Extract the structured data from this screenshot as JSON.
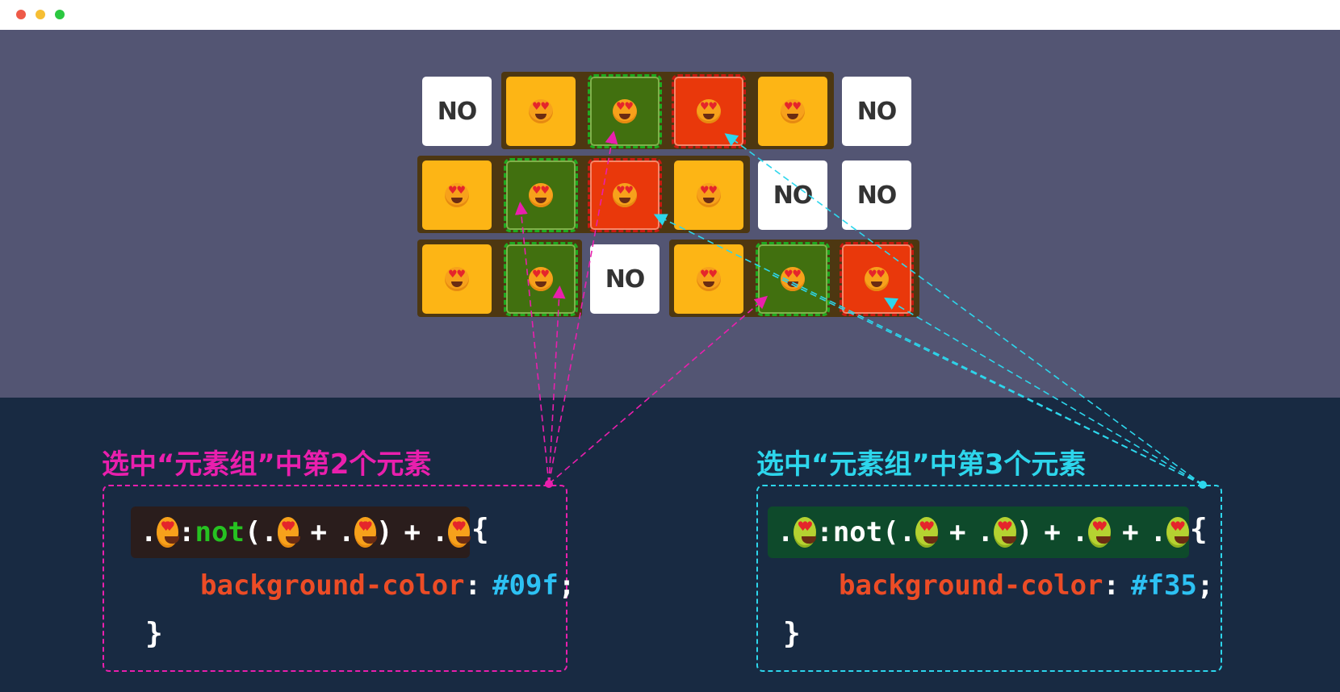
{
  "window": {
    "controls": [
      "close",
      "minimize",
      "maximize"
    ]
  },
  "grid": {
    "rows": [
      [
        "no",
        "yellow",
        "green-selected",
        "red-selected",
        "yellow",
        "no"
      ],
      [
        "yellow",
        "green-selected",
        "red-selected",
        "yellow",
        "no",
        "no"
      ],
      [
        "yellow",
        "green-selected",
        "no",
        "yellow",
        "green-selected",
        "red-selected"
      ]
    ],
    "no_label": "NO",
    "colors": {
      "yellow": "#fdb515",
      "green": "#41700f",
      "red": "#e9380b",
      "white": "#ffffff",
      "row_frame": "#4d3711",
      "stage_bg": "#535573",
      "code_bg": "#182a42"
    }
  },
  "left_panel": {
    "title": "选中“元素组”中第2个元素",
    "accent": "#e91fad",
    "selector": {
      "dot1": ".",
      "not_kw": "not",
      "colon": ":",
      "open_paren": "(",
      "dot2": ".",
      "plus1": "+",
      "dot3": ".",
      "close_paren": ")",
      "plus2": "+",
      "dot4": "."
    },
    "open_brace": "{",
    "property": "background-color",
    "colon": ":",
    "value": "#09f",
    "semicolon": ";",
    "close_brace": "}"
  },
  "right_panel": {
    "title": "选中“元素组”中第3个元素",
    "accent": "#2dd6ec",
    "selector": {
      "dot1": ".",
      "not_kw": "not",
      "colon": ":",
      "open_paren": "(",
      "dot2": ".",
      "plus1": "+",
      "dot3": ".",
      "close_paren": ")",
      "plus2": "+",
      "dot4": ".",
      "plus3": "+",
      "dot5": "."
    },
    "open_brace": "{",
    "property": "background-color",
    "colon": ":",
    "value": "#f35",
    "semicolon": ";",
    "close_brace": "}"
  }
}
